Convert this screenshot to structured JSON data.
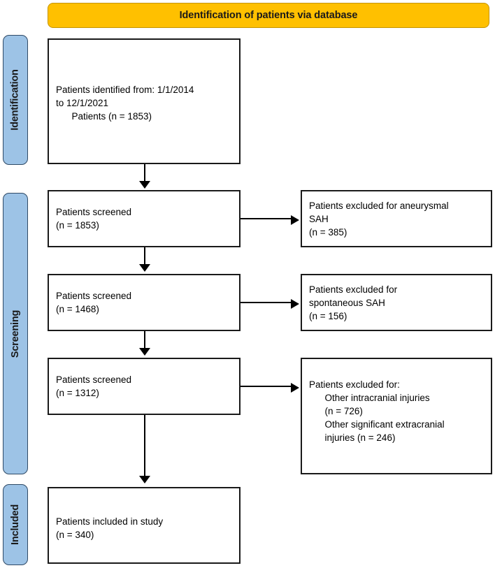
{
  "header": {
    "title": "Identification of patients via database",
    "background_color": "#FFC000"
  },
  "stages": {
    "identification": {
      "label": "Identification",
      "color": "#9DC3E6"
    },
    "screening": {
      "label": "Screening",
      "color": "#9DC3E6"
    },
    "included": {
      "label": "Included",
      "color": "#9DC3E6"
    }
  },
  "boxes": {
    "identified": {
      "text": "Patients identified from: 1/1/2014\nto 12/1/2021\n      Patients (n = 1853)",
      "count": 1853,
      "date_from": "1/1/2014",
      "date_to": "12/1/2021"
    },
    "screened_1": {
      "text": "Patients screened\n(n = 1853)",
      "count": 1853
    },
    "screened_2": {
      "text": "Patients screened\n(n = 1468)",
      "count": 1468
    },
    "screened_3": {
      "text": "Patients screened\n(n = 1312)",
      "count": 1312
    },
    "included": {
      "text": "Patients included in study\n(n = 340)",
      "count": 340
    },
    "excluded_1": {
      "text": "Patients excluded for aneurysmal\nSAH\n(n = 385)",
      "count": 385,
      "reason": "aneurysmal SAH"
    },
    "excluded_2": {
      "text": "Patients excluded for\nspontaneous SAH\n(n = 156)",
      "count": 156,
      "reason": "spontaneous SAH"
    },
    "excluded_3": {
      "text": "Patients excluded for:\n      Other intracranial injuries\n      (n = 726)\n      Other significant extracranial\n      injuries (n = 246)",
      "reasons": [
        {
          "label": "Other intracranial injuries",
          "count": 726
        },
        {
          "label": "Other significant extracranial injuries",
          "count": 246
        }
      ]
    }
  }
}
